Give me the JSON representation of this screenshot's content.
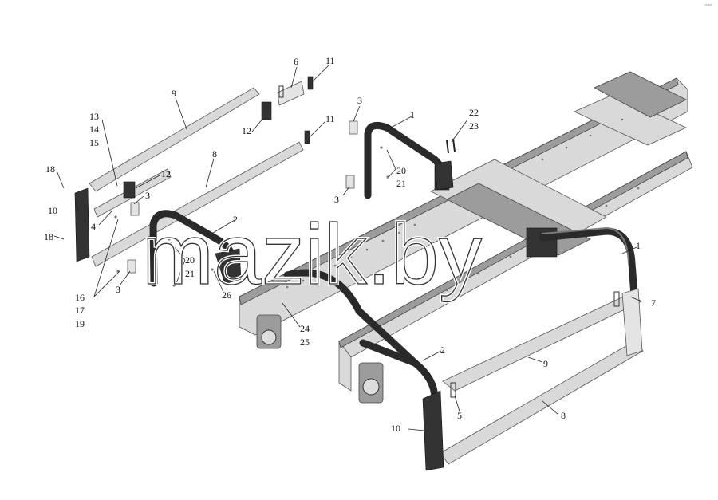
{
  "watermark": "mazik.by",
  "corner_mark": "•• •••",
  "labels": {
    "l1a": "1",
    "l1b": "1",
    "l2a": "2",
    "l2b": "2",
    "l3a": "3",
    "l3b": "3",
    "l3c": "3",
    "l3d": "3",
    "l4": "4",
    "l5": "5",
    "l6": "6",
    "l7": "7",
    "l8a": "8",
    "l8b": "8",
    "l9a": "9",
    "l9b": "9",
    "l10a": "10",
    "l10b": "10",
    "l11a": "11",
    "l11b": "11",
    "l12a": "12",
    "l12b": "12",
    "l13": "13",
    "l14": "14",
    "l15": "15",
    "l16": "16",
    "l17": "17",
    "l18a": "18",
    "l18b": "18",
    "l19": "19",
    "l20a": "20",
    "l21a": "21",
    "l20b": "20",
    "l21b": "21",
    "l22": "22",
    "l23": "23",
    "l24": "24",
    "l25": "25",
    "l26": "26"
  }
}
